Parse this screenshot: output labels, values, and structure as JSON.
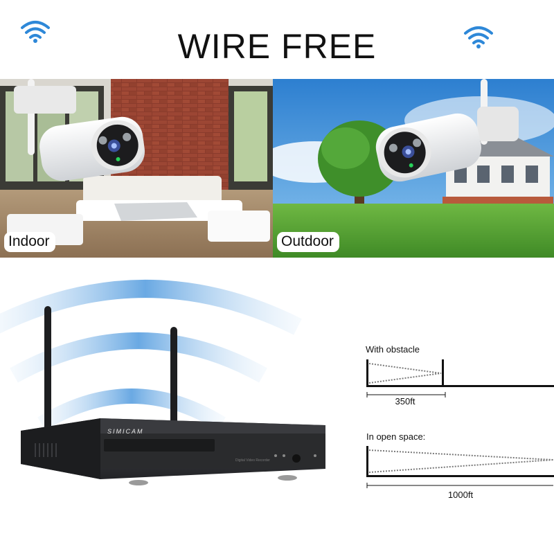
{
  "header": {
    "title": "WIRE FREE"
  },
  "panels": {
    "indoor": {
      "label": "Indoor"
    },
    "outdoor": {
      "label": "Outdoor"
    }
  },
  "nvr": {
    "brand": "SIMICAM",
    "subtitle": "Digital Video Recorder"
  },
  "range": {
    "obstacle": {
      "caption": "With obstacle",
      "distance": "350ft"
    },
    "open_space": {
      "caption": "In open space:",
      "distance": "1000ft"
    }
  },
  "colors": {
    "wifi_blue": "#2e88d8",
    "sky": "#4aa0e0",
    "grass": "#5aa83a",
    "nvr_body": "#2a2b2d"
  }
}
